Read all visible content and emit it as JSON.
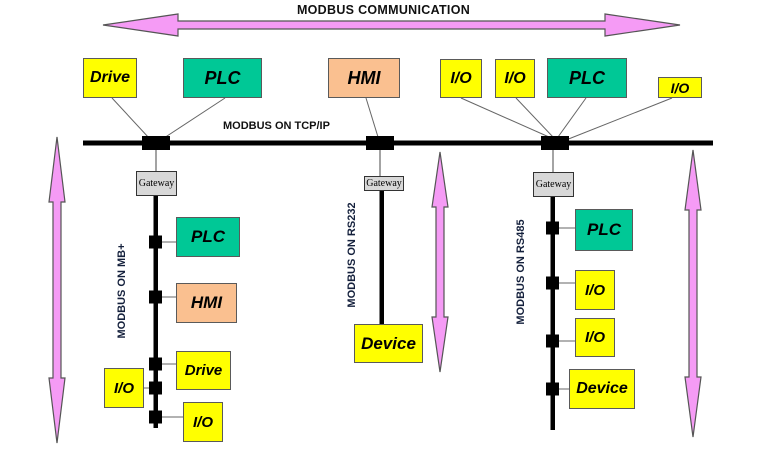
{
  "title": "MODBUS COMMUNICATION",
  "gateway_label": "Gateway",
  "buses": {
    "tcpip": {
      "label": "MODBUS ON TCP/IP"
    },
    "mbplus": {
      "label": "MODBUS ON MB+"
    },
    "rs232": {
      "label": "MODBUS ON RS232"
    },
    "rs485": {
      "label": "MODBUS ON RS485"
    }
  },
  "top_row": {
    "devices": [
      {
        "label": "Drive",
        "type": "drive"
      },
      {
        "label": "PLC",
        "type": "plc"
      },
      {
        "label": "HMI",
        "type": "hmi"
      },
      {
        "label": "I/O",
        "type": "io"
      },
      {
        "label": "I/O",
        "type": "io"
      },
      {
        "label": "PLC",
        "type": "plc"
      },
      {
        "label": "I/O",
        "type": "io"
      }
    ]
  },
  "mbplus_segment": {
    "devices": [
      {
        "label": "PLC",
        "type": "plc"
      },
      {
        "label": "HMI",
        "type": "hmi"
      },
      {
        "label": "Drive",
        "type": "drive"
      },
      {
        "label": "I/O",
        "type": "io"
      },
      {
        "label": "I/O",
        "type": "io"
      }
    ]
  },
  "rs232_segment": {
    "devices": [
      {
        "label": "Device",
        "type": "device"
      }
    ]
  },
  "rs485_segment": {
    "devices": [
      {
        "label": "PLC",
        "type": "plc"
      },
      {
        "label": "I/O",
        "type": "io"
      },
      {
        "label": "I/O",
        "type": "io"
      },
      {
        "label": "Device",
        "type": "device"
      }
    ]
  },
  "colors": {
    "device_yellow": "#FFFF00",
    "plc_green": "#00C896",
    "hmi_orange": "#FAC090",
    "arrow_pink": "#F59BF5",
    "gateway_gray": "#D8D8D8",
    "bus_black": "#000000"
  }
}
